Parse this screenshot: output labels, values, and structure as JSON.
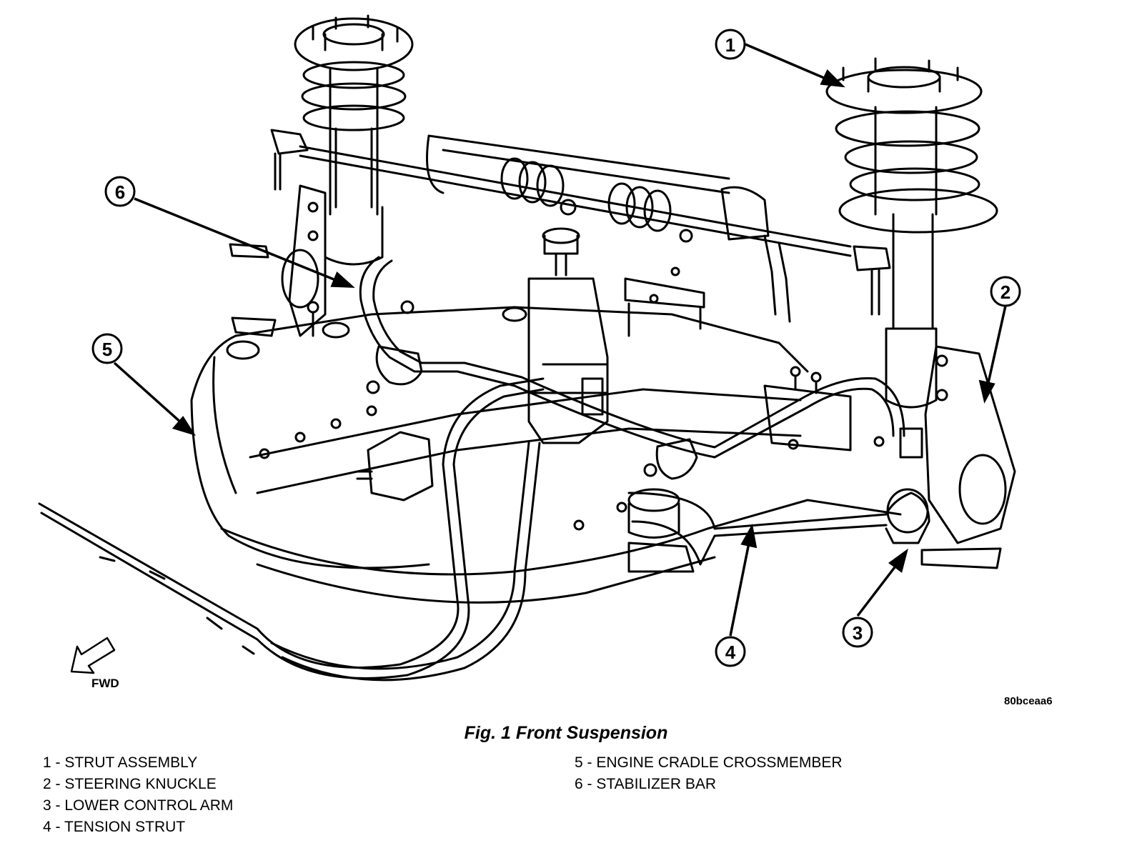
{
  "figure": {
    "caption": "Fig. 1 Front Suspension",
    "image_code": "80bceaa6",
    "direction_label": "FWD"
  },
  "callouts": [
    "1",
    "2",
    "3",
    "4",
    "5",
    "6"
  ],
  "legend": {
    "left": [
      "1 - STRUT ASSEMBLY",
      "2 - STEERING KNUCKLE",
      "3 - LOWER CONTROL ARM",
      "4 - TENSION STRUT"
    ],
    "right": [
      "5 - ENGINE CRADLE CROSSMEMBER",
      "6 - STABILIZER BAR"
    ]
  },
  "colors": {
    "line": "#000000",
    "background": "#ffffff"
  }
}
